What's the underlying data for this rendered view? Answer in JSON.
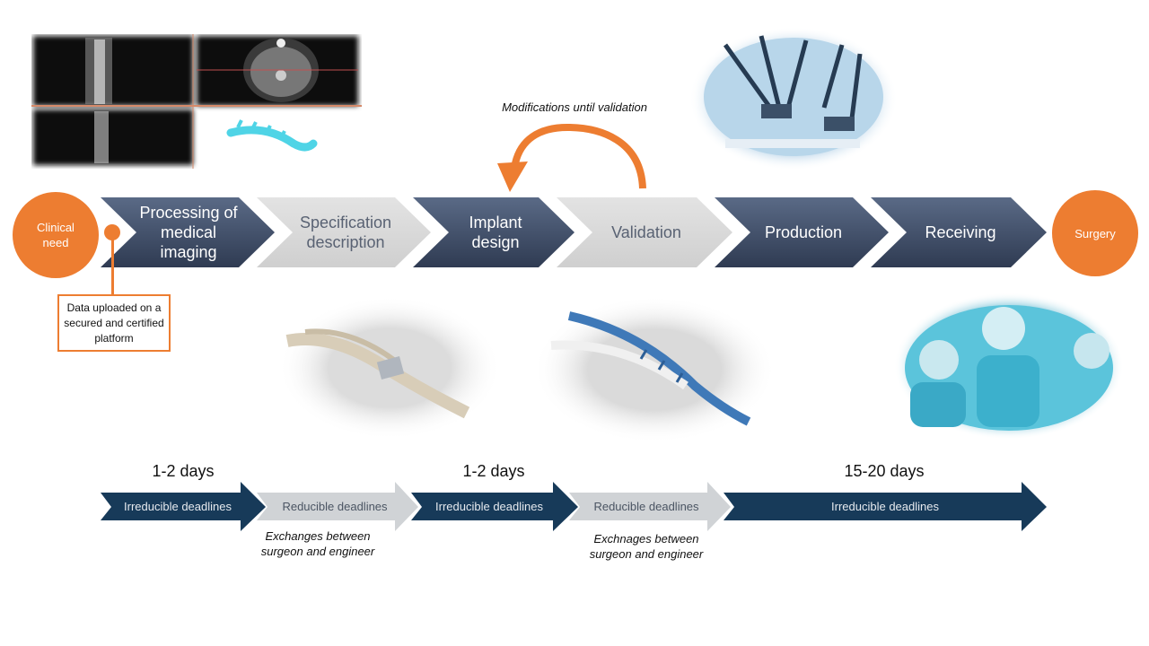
{
  "steps": {
    "clinical_need": "Clinical need",
    "processing": "Processing of medical imaging",
    "specification": "Specification description",
    "implant_design": "Implant design",
    "validation": "Validation",
    "production": "Production",
    "receiving": "Receiving",
    "surgery": "Surgery"
  },
  "loop_label": "Modifications until validation",
  "callout": "Data uploaded on a secured and certified platform",
  "durations": {
    "d1": "1-2 days",
    "d2": "1-2 days",
    "d3": "15-20 days"
  },
  "deadlines": {
    "a": "Irreducible deadlines",
    "b": "Reducible deadlines",
    "c": "Irreducible deadlines",
    "d": "Reducible deadlines",
    "e": "Irreducible deadlines"
  },
  "notes": {
    "n1": "Exchanges between surgeon and engineer",
    "n2": "Exchnages between surgeon and engineer"
  },
  "colors": {
    "dark_chevron": "#3f4d66",
    "light_chevron": "#d9d9d9",
    "accent": "#ed7d31",
    "dark_arrow": "#173a59",
    "light_arrow": "#d0d3d6"
  }
}
